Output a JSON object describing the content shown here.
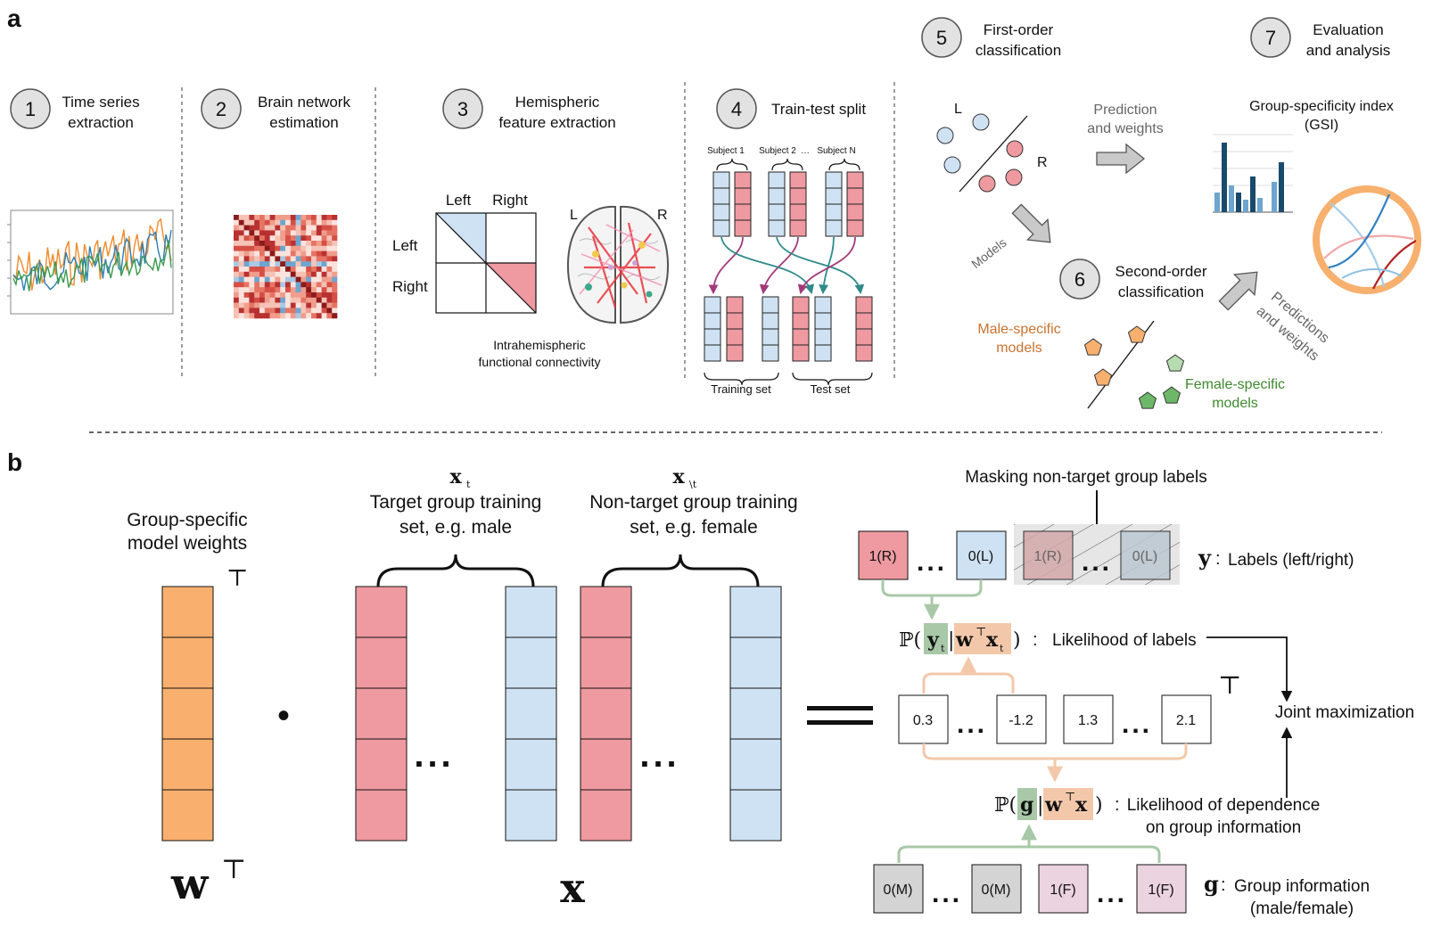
{
  "panel_a": {
    "label": "a",
    "steps": [
      {
        "num": "1",
        "line1": "Time series",
        "line2": "extraction"
      },
      {
        "num": "2",
        "line1": "Brain network",
        "line2": "estimation"
      },
      {
        "num": "3",
        "line1": "Hemispheric",
        "line2": "feature extraction"
      },
      {
        "num": "4",
        "line1": "Train-test split",
        "line2": ""
      },
      {
        "num": "5",
        "line1": "First-order",
        "line2": "classification"
      },
      {
        "num": "6",
        "line1": "Second-order",
        "line2": "classification"
      },
      {
        "num": "7",
        "line1": "Evaluation",
        "line2": "and analysis"
      }
    ],
    "hemi_matrix": {
      "col_left": "Left",
      "col_right": "Right",
      "row_left": "Left",
      "row_right": "Right"
    },
    "brain": {
      "left": "L",
      "right": "R"
    },
    "intra_caption": {
      "line1": "Intrahemispheric",
      "line2": "functional connectivity"
    },
    "split": {
      "subjects": [
        "Subject 1",
        "Subject 2",
        "…",
        "Subject N"
      ],
      "training_set": "Training set",
      "test_set": "Test set"
    },
    "first_order": {
      "left": "L",
      "right": "R"
    },
    "prediction_weights": {
      "line1": "Prediction",
      "line2": "and weights"
    },
    "models": "Models",
    "male_models": {
      "line1": "Male-specific",
      "line2": "models"
    },
    "female_models": {
      "line1": "Female-specific",
      "line2": "models"
    },
    "predictions_weights": {
      "line1": "Predictions",
      "line2": "and weights"
    },
    "gsi": {
      "line1": "Group-specificity index",
      "line2": "(GSI)"
    }
  },
  "panel_b": {
    "label": "b",
    "weights_title": {
      "line1": "Group-specific",
      "line2": "model weights"
    },
    "w_symbol": "w",
    "transpose": "⊤",
    "dot": "•",
    "x_symbol": "x",
    "xt_symbol": "x",
    "xt_sub": "t",
    "xnt_symbol": "x",
    "xnt_sub": "\\t",
    "target_desc": {
      "line1": "Target group training",
      "line2": "set, e.g. male"
    },
    "nontarget_desc": {
      "line1": "Non-target group training",
      "line2": "set, e.g. female"
    },
    "ellipsis": "...",
    "equals": "=",
    "masking": "Masking non-target group labels",
    "labels_known": [
      "1(R)",
      "0(L)"
    ],
    "labels_masked": [
      "1(R)",
      "0(L)"
    ],
    "y_label": {
      "symbol": "y",
      "sep": ":",
      "text": "Labels (left/right)"
    },
    "likelihood_labels": {
      "P": "ℙ(",
      "y": "y",
      "y_sub": "t",
      "bar": "|",
      "w": "w",
      "T": "⊤",
      "x": "x",
      "x_sub": "t",
      "close": ")",
      "colon": ":",
      "text": "Likelihood of labels"
    },
    "scores": [
      "0.3",
      "-1.2",
      "1.3",
      "2.1"
    ],
    "joint": "Joint maximization",
    "likelihood_dependence": {
      "P": "ℙ(",
      "g": "g",
      "bar": "|",
      "w": "w",
      "T": "⊤",
      "x": "x",
      "close": ")",
      "colon": ":",
      "line1": "Likelihood of dependence",
      "line2": "on group information"
    },
    "groups": [
      "0(M)",
      "0(M)",
      "1(F)",
      "1(F)"
    ],
    "g_label": {
      "symbol": "g",
      "sep": ":",
      "line1": "Group information",
      "line2": "(male/female)"
    }
  },
  "colors": {
    "red": "#ee9aa0",
    "blue": "#cfe2f3",
    "orange": "#f9b06e",
    "green_band": "#a8c8a8",
    "peach_band": "#f3c8aa",
    "pink": "#ecd3e0",
    "gray_box": "#d4d4d4",
    "male_text": "#c87330",
    "female_text": "#3d8a2f"
  },
  "icons": [
    "step-circle-icon",
    "gray-arrow-icon",
    "pentagon-icon",
    "circle-marker-icon",
    "chord-diagram-icon",
    "brain-icon",
    "heatmap-icon",
    "time-series-icon",
    "bar-chart-icon"
  ]
}
